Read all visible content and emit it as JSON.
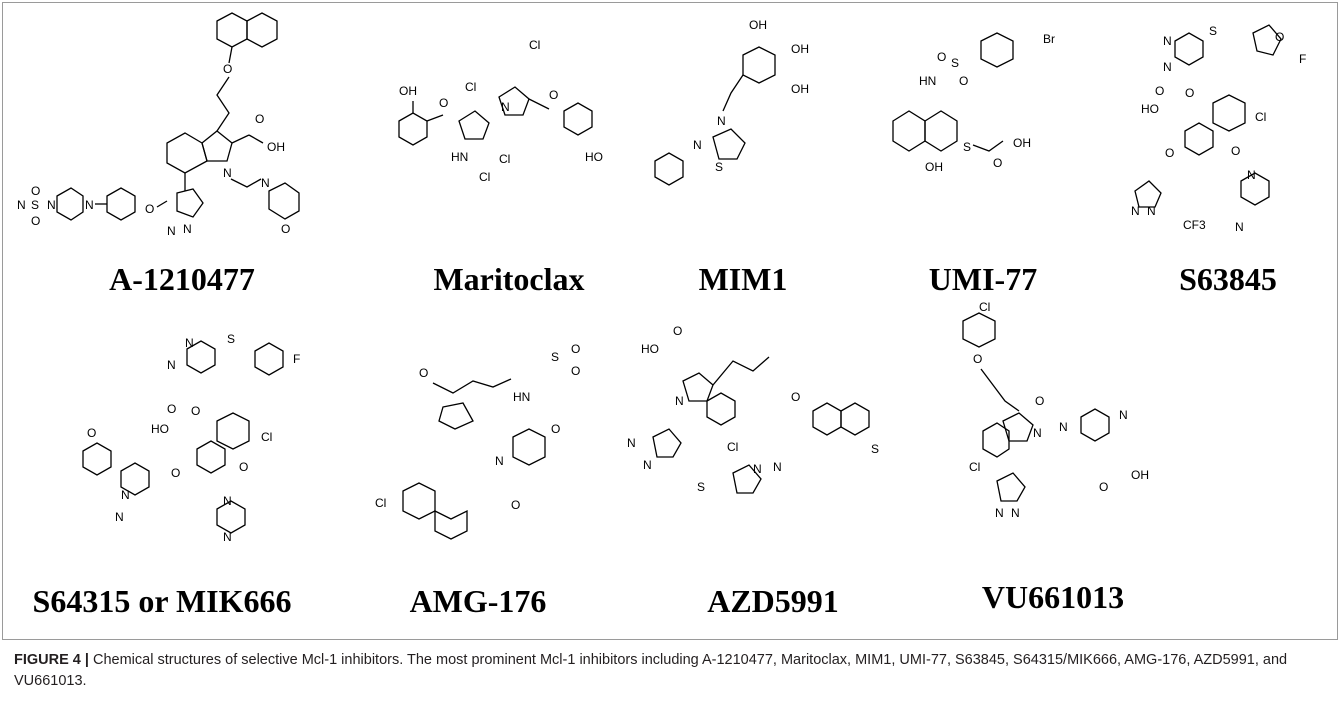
{
  "figure": {
    "compounds": [
      {
        "name": "A-1210477"
      },
      {
        "name": "Maritoclax"
      },
      {
        "name": "MIM1"
      },
      {
        "name": "UMI-77"
      },
      {
        "name": "S63845"
      },
      {
        "name": "S64315 or MIK666"
      },
      {
        "name": "AMG-176"
      },
      {
        "name": "AZD5991"
      },
      {
        "name": "VU661013"
      }
    ],
    "atoms": {
      "oh": "OH",
      "o": "O",
      "n": "N",
      "s": "S",
      "cl": "Cl",
      "hn": "HN",
      "ho": "HO",
      "f": "F",
      "br": "Br",
      "cf3": "CF3"
    }
  },
  "caption": {
    "label": "FIGURE 4 |",
    "text": "Chemical structures of selective Mcl-1 inhibitors. The most prominent Mcl-1 inhibitors including A-1210477, Maritoclax, MIM1, UMI-77, S63845, S64315/MIK666, AMG-176, AZD5991, and VU661013."
  }
}
